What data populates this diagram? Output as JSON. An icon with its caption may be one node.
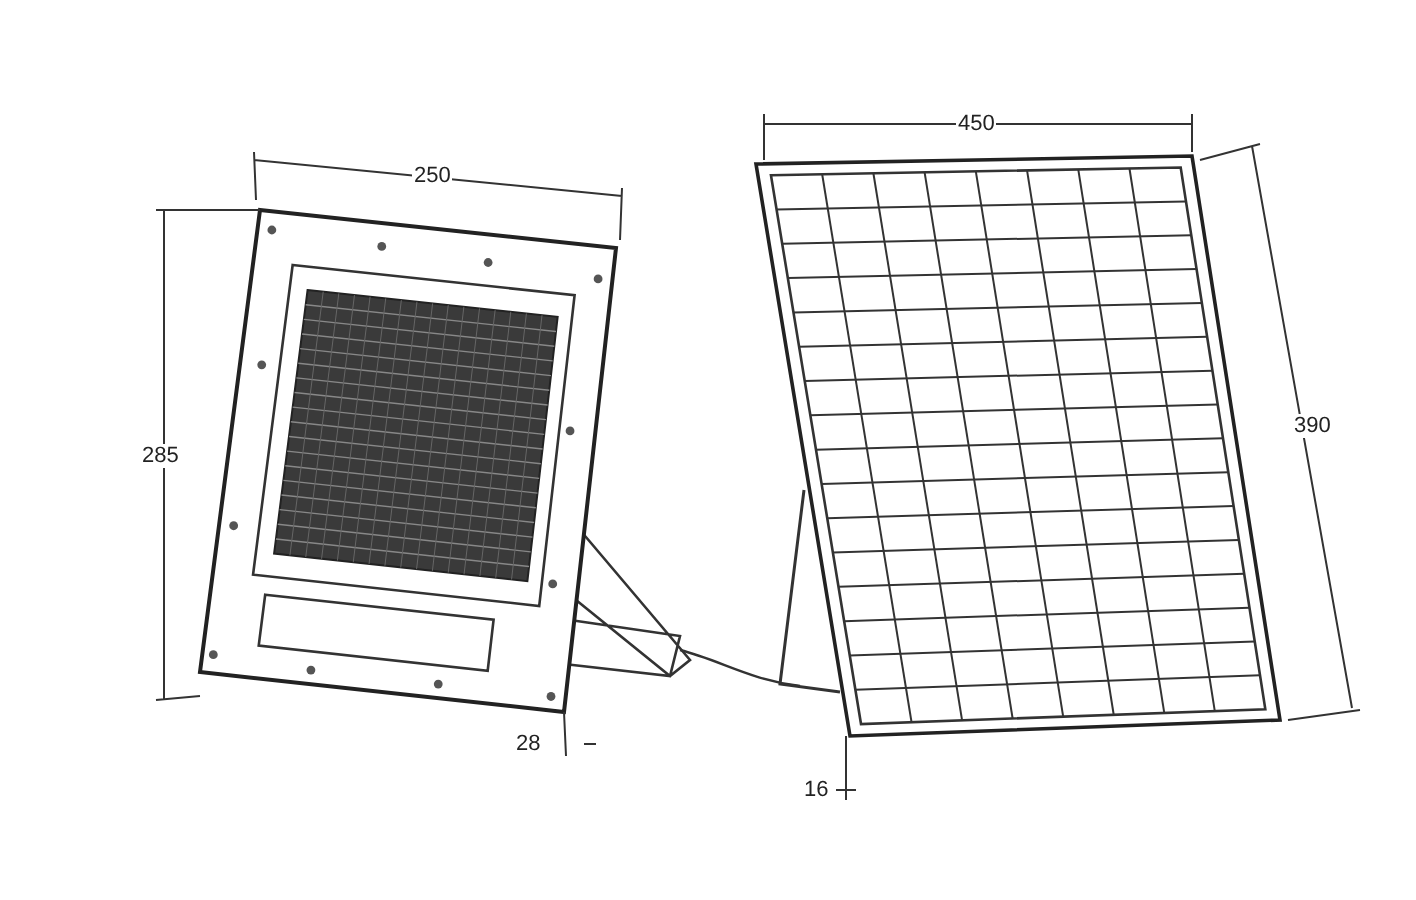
{
  "diagram": {
    "labels": [
      "250",
      "285",
      "28",
      "450",
      "390",
      "16"
    ]
  }
}
